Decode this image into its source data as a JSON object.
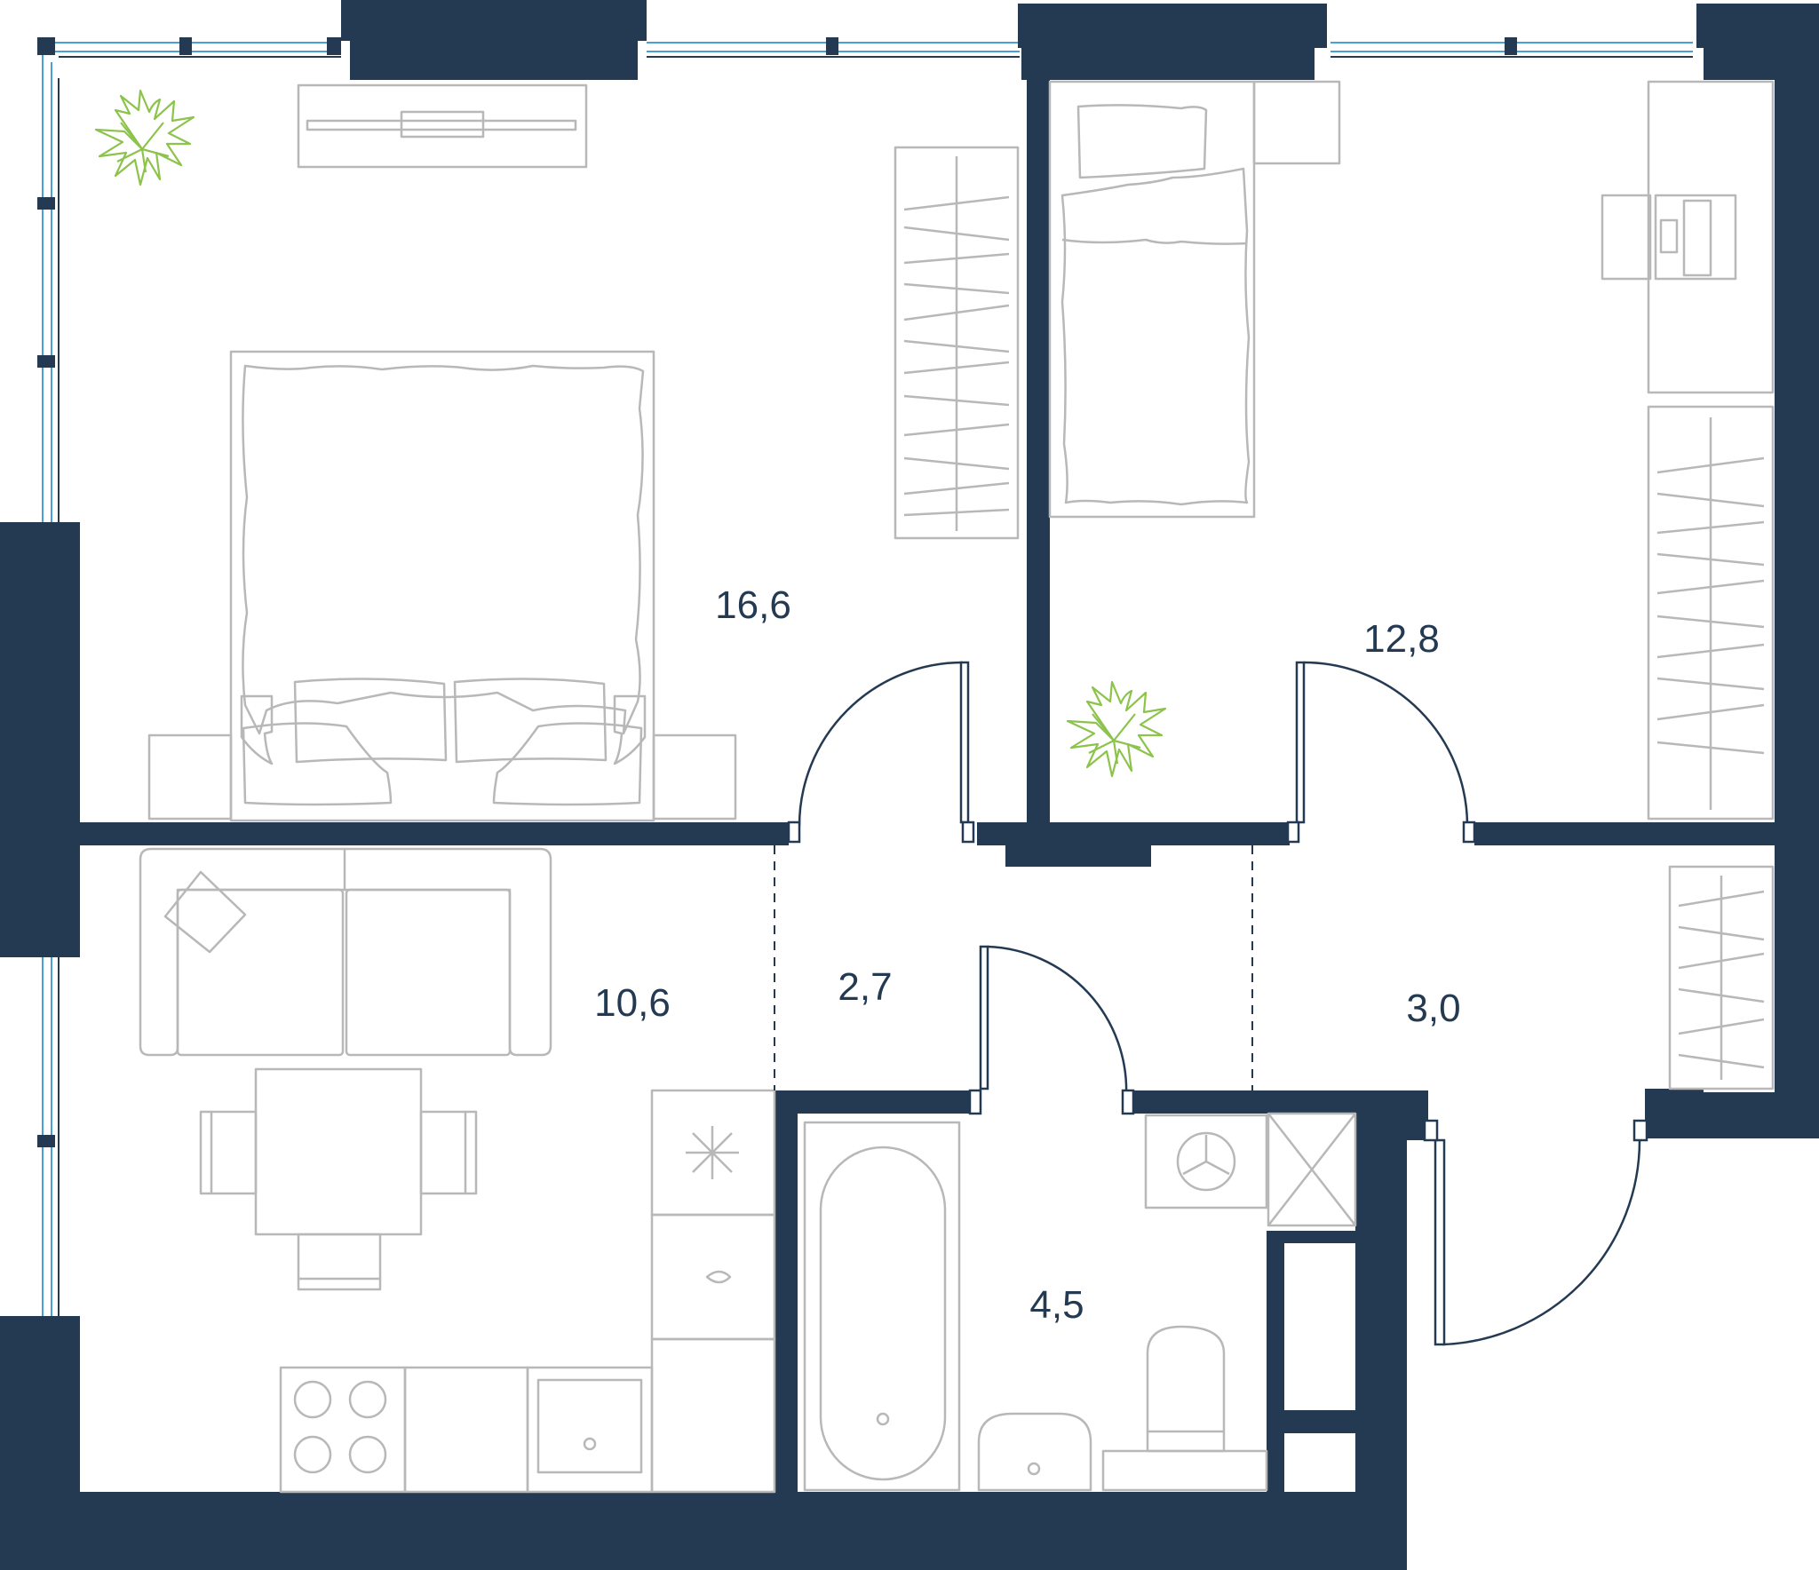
{
  "plan": {
    "colors": {
      "wall": "#243a52",
      "furniture": "#b8b8b8",
      "plant": "#8cc34a",
      "window": "#4a9fd8",
      "background": "#ffffff"
    },
    "rooms": [
      {
        "id": "bedroom-large",
        "area": "16,6"
      },
      {
        "id": "bedroom-small",
        "area": "12,8"
      },
      {
        "id": "kitchen-living",
        "area": "10,6"
      },
      {
        "id": "corridor",
        "area": "2,7"
      },
      {
        "id": "hallway",
        "area": "3,0"
      },
      {
        "id": "bathroom",
        "area": "4,5"
      }
    ]
  }
}
